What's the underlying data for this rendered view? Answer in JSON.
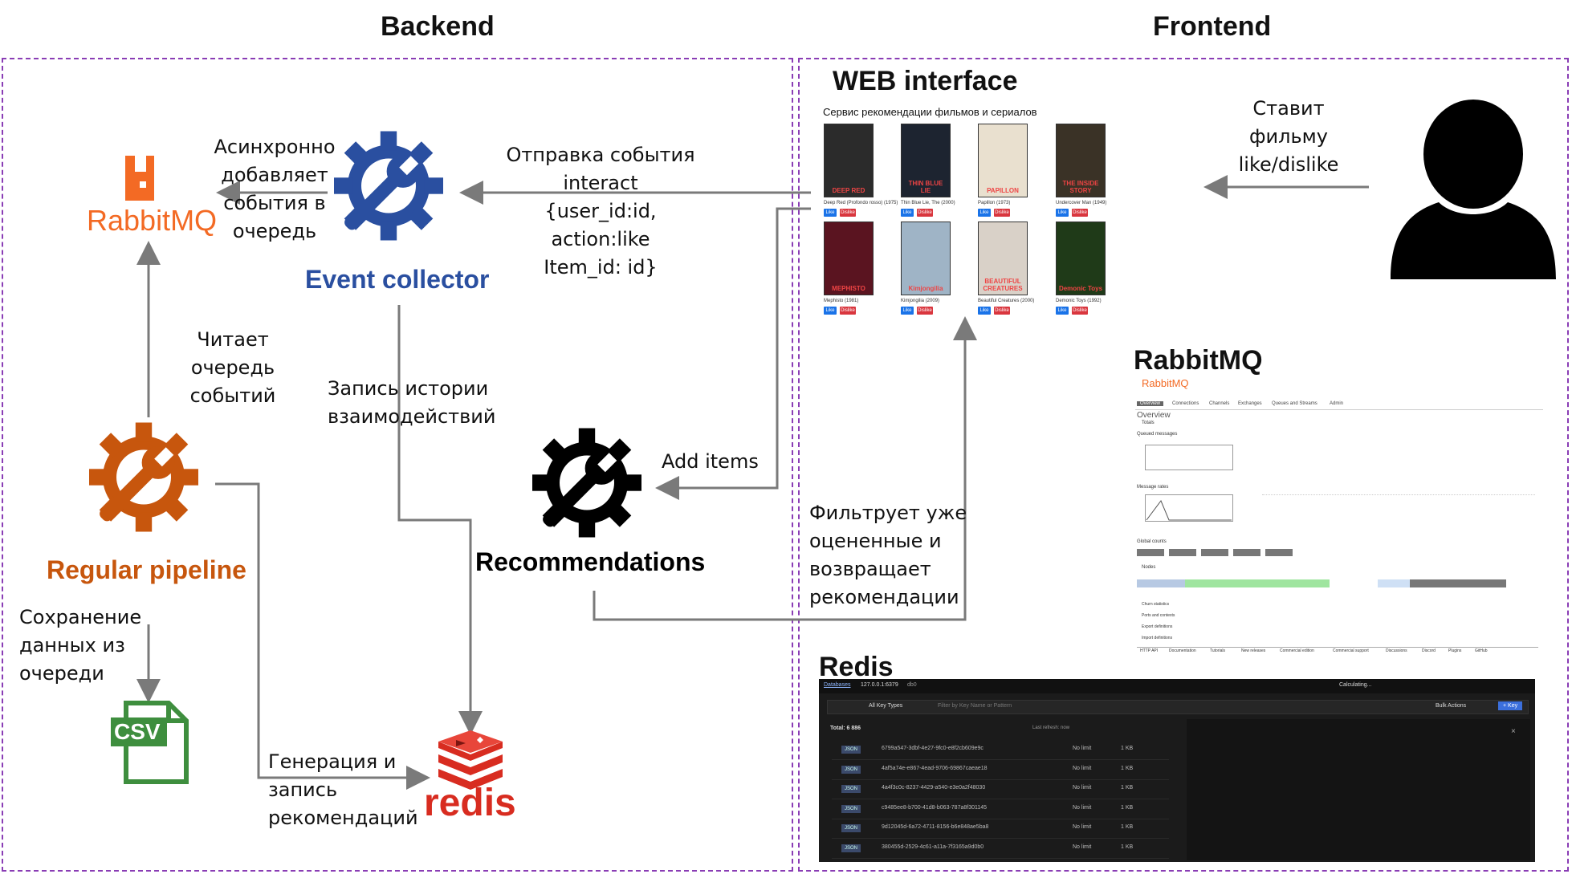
{
  "headers": {
    "backend": "Backend",
    "frontend": "Frontend"
  },
  "colors": {
    "blue": "#2a4fa0",
    "orange": "#c7560d",
    "rabbit": "#f36a24",
    "redis": "#d82c20",
    "csv": "#3e8e3e",
    "panel_border": "#8a3db5"
  },
  "nodes": {
    "event_collector": "Event collector",
    "regular_pipeline": "Regular pipeline",
    "recommendations": "Recommendations",
    "rabbitmq_logo": "RabbitMQ",
    "redis_logo": "redis",
    "csv_icon": "CSV"
  },
  "labels": {
    "async_add": [
      "Асинхронно",
      "добавляет",
      "события в",
      "очередь"
    ],
    "send_event": [
      "Отправка события",
      "interact",
      "{user_id:id,",
      "action:like",
      "Item_id: id}"
    ],
    "read_queue": [
      "Читает очередь",
      "событий"
    ],
    "write_history": [
      "Запись истории",
      "взаимодействий"
    ],
    "add_items": "Add items",
    "filters": [
      "Фильтрует уже",
      "оцененные и",
      "возвращает",
      "рекомендации"
    ],
    "save_data": [
      "Сохранение",
      "данных из",
      "очереди"
    ],
    "gen_write": [
      "Генерация и",
      "запись",
      "рекомендаций"
    ],
    "user_action": [
      "Ставит",
      "фильму",
      "like/dislike"
    ]
  },
  "web": {
    "title": "WEB interface",
    "subtitle": "Сервис рекомендации фильмов и сериалов",
    "like": "Like",
    "dislike": "Dislike",
    "movies": [
      {
        "caption": "Deep Red (Profondo rosso) (1975)",
        "poster_text": "DEEP RED",
        "bg": "#2b2b2b"
      },
      {
        "caption": "Thin Blue Lie, The (2000)",
        "poster_text": "THIN BLUE LIE",
        "bg": "#1d2430"
      },
      {
        "caption": "Papillon (1973)",
        "poster_text": "PAPILLON",
        "bg": "#e9e0cf"
      },
      {
        "caption": "Undercover Man (1949)",
        "poster_text": "THE INSIDE STORY",
        "bg": "#3a3226"
      },
      {
        "caption": "Mephisto (1981)",
        "poster_text": "MEPHISTO",
        "bg": "#5a1420"
      },
      {
        "caption": "Kimjongilia (2009)",
        "poster_text": "Kimjongilia",
        "bg": "#9fb4c6"
      },
      {
        "caption": "Beautiful Creatures (2000)",
        "poster_text": "BEAUTIFUL CREATURES",
        "bg": "#d9d1c8"
      },
      {
        "caption": "Demonic Toys (1992)",
        "poster_text": "Demonic Toys",
        "bg": "#1f3a18"
      }
    ]
  },
  "rabbitmq_ui": {
    "title": "RabbitMQ",
    "logo": "RabbitMQ",
    "tabs": [
      "Overview",
      "Connections",
      "Channels",
      "Exchanges",
      "Queues and Streams",
      "Admin"
    ],
    "section": "Overview",
    "totals": "Totals",
    "queued_messages": "Queued messages",
    "message_rates": "Message rates",
    "global_counts": "Global counts",
    "nodes": "Nodes",
    "footer_links": [
      "HTTP API",
      "Documentation",
      "Tutorials",
      "New releases",
      "Commercial edition",
      "Commercial support",
      "Discussions",
      "Discord",
      "Plugins",
      "GitHub"
    ],
    "collapsibles": [
      "Churn statistics",
      "Ports and contexts",
      "Export definitions",
      "Import definitions"
    ]
  },
  "redis_ui": {
    "title": "Redis",
    "breadcrumb": "Databases",
    "host": "127.0.0.1:6379",
    "db": "db0",
    "filter_type": "All Key Types",
    "filter_placeholder": "Filter by Key Name or Pattern",
    "bulk": "Bulk Actions",
    "add_key": "+ Key",
    "total": "Total: 6 886",
    "refresh": "Last refresh: now",
    "calculating": "Calculating...",
    "keys": [
      {
        "type": "JSON",
        "key": "6799a547-3dbf-4e27-9fc0-e8f2cb609e9c",
        "ttl": "No limit",
        "size": "1 KB"
      },
      {
        "type": "JSON",
        "key": "4af5a74e-e867-4ead-9706-69867caeae18",
        "ttl": "No limit",
        "size": "1 KB"
      },
      {
        "type": "JSON",
        "key": "4a4f3c0c-8237-4429-a540-e3e0a2f48030",
        "ttl": "No limit",
        "size": "1 KB"
      },
      {
        "type": "JSON",
        "key": "c9485ee8-b700-41d8-b063-787a8f301145",
        "ttl": "No limit",
        "size": "1 KB"
      },
      {
        "type": "JSON",
        "key": "9d12045d-6a72-4711-8156-b6e848ae5ba8",
        "ttl": "No limit",
        "size": "1 KB"
      },
      {
        "type": "JSON",
        "key": "380455d-2529-4c61-a11a-7f3165a9d0b0",
        "ttl": "No limit",
        "size": "1 KB"
      }
    ]
  }
}
